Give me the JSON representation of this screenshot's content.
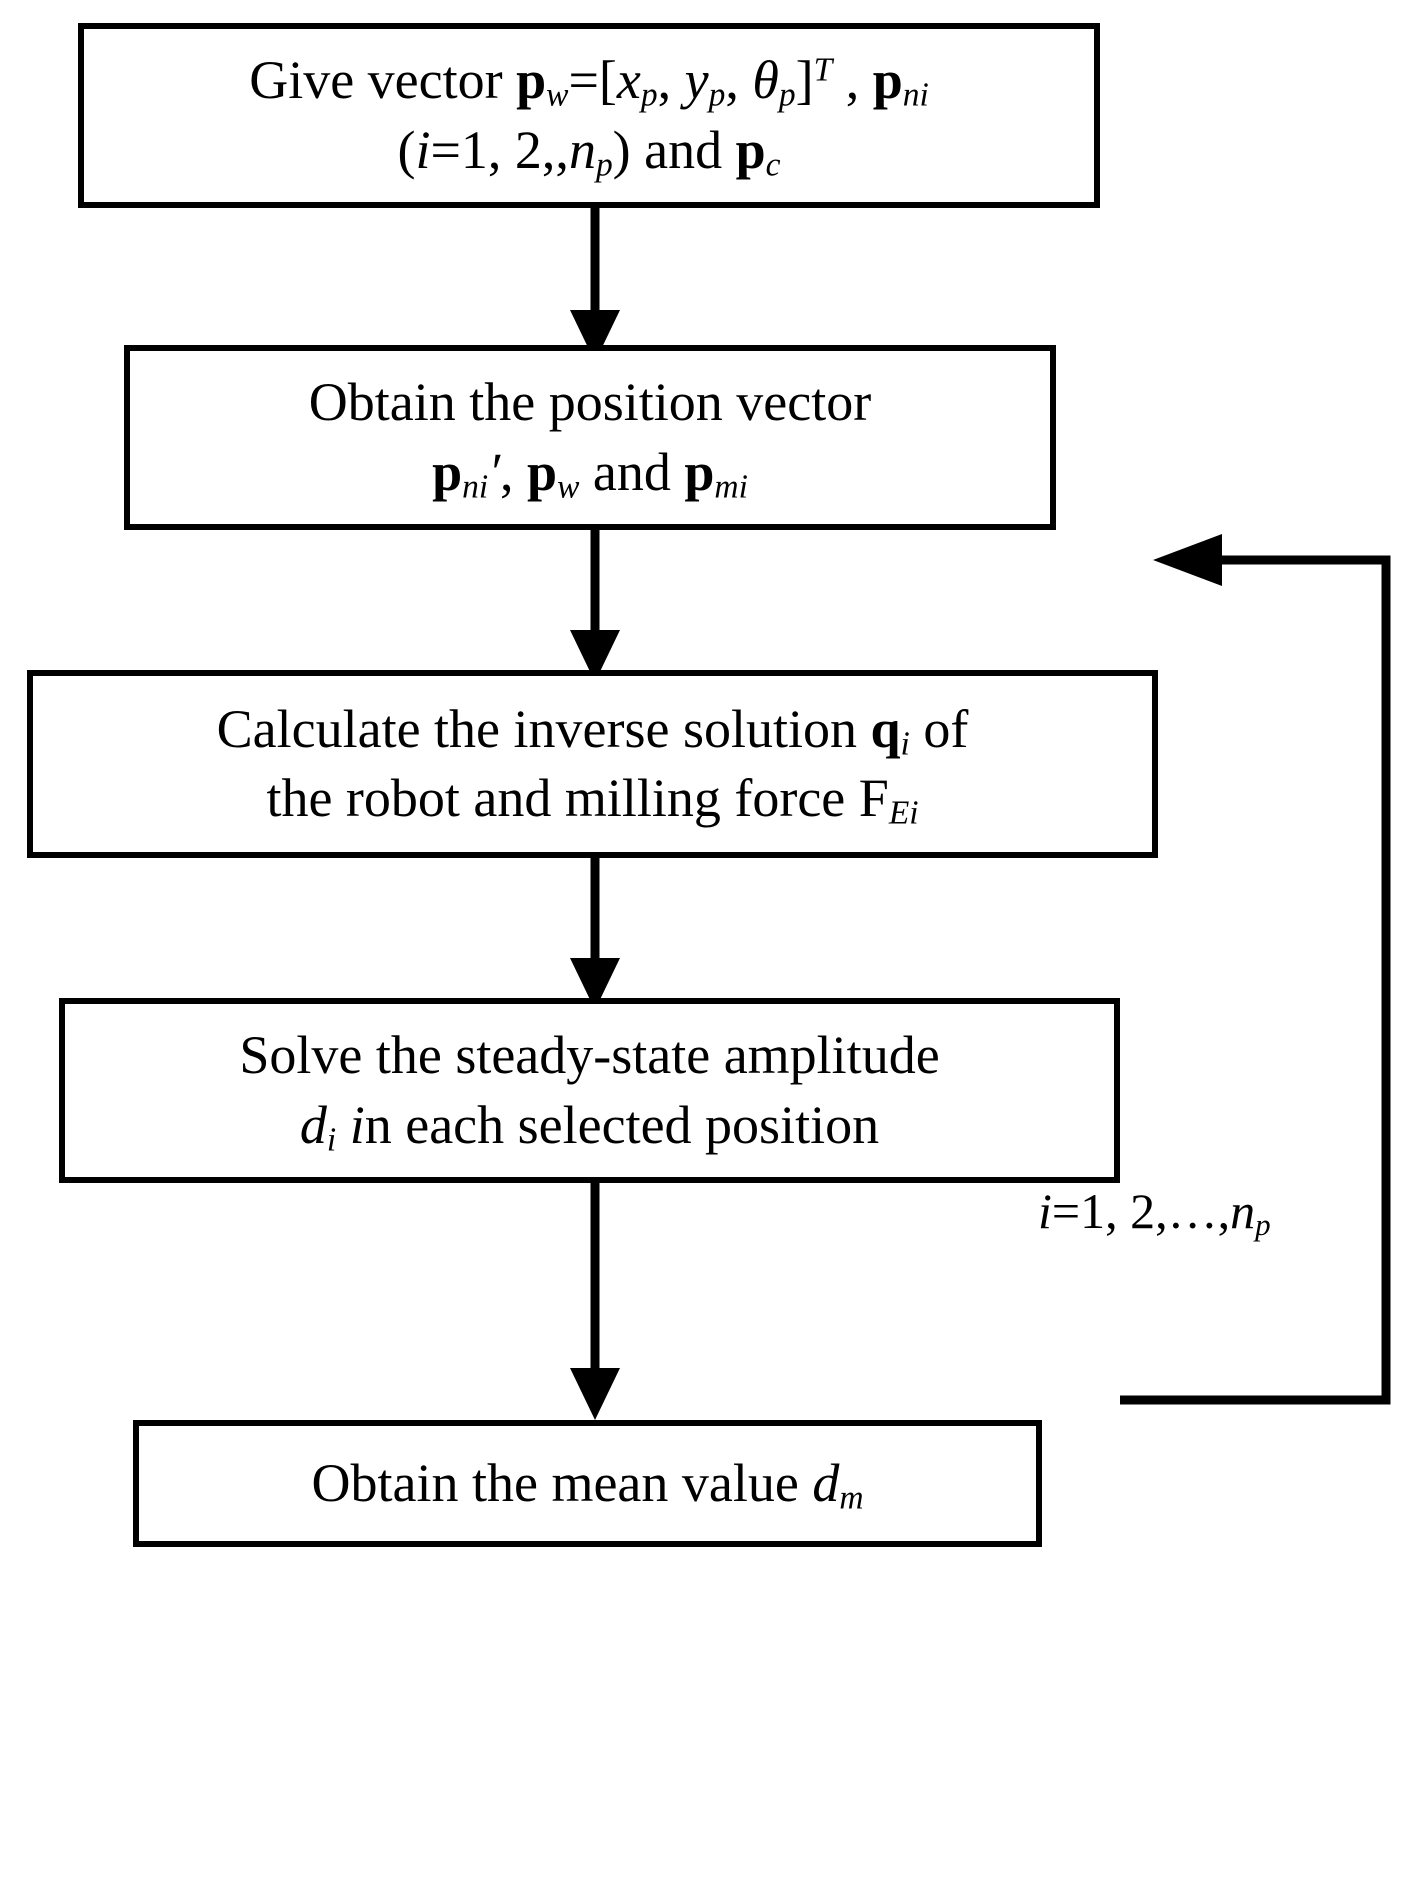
{
  "diagram": {
    "type": "flowchart",
    "title": "Flowchart for computing the mean steady-state amplitude",
    "background_color": "#ffffff",
    "line_color": "#000000",
    "nodes": [
      {
        "id": "node-give-vector",
        "name": "give-vector-box",
        "shape": "rectangle",
        "lines": [
          "Give vector pw=[xp, yp, θp]T , pni",
          "(i=1, 2,,np) and pc"
        ],
        "plain_text": "Give vector pw=[xp, yp, θp]T , pni (i=1, 2,,np) and pc"
      },
      {
        "id": "node-obtain-position",
        "name": "obtain-position-vector-box",
        "shape": "rectangle",
        "lines": [
          "Obtain the position vector",
          "pni′, pw and pmi"
        ],
        "plain_text": "Obtain the position vector pni', pw and pmi"
      },
      {
        "id": "node-calculate-inverse",
        "name": "calculate-inverse-solution-box",
        "shape": "rectangle",
        "lines": [
          "Calculate the inverse solution qi of",
          "the robot and milling force FEi"
        ],
        "plain_text": "Calculate the inverse solution qi of the robot and milling force FEi"
      },
      {
        "id": "node-solve-amplitude",
        "name": "solve-steady-state-amplitude-box",
        "shape": "rectangle",
        "lines": [
          "Solve the steady-state amplitude",
          "di in each selected position"
        ],
        "plain_text": "Solve the steady-state amplitude di in each selected position"
      },
      {
        "id": "node-obtain-mean",
        "name": "obtain-mean-value-box",
        "shape": "rectangle",
        "lines": [
          "Obtain the mean value dm"
        ],
        "plain_text": "Obtain the mean value dm"
      }
    ],
    "edges": [
      {
        "from": "node-give-vector",
        "to": "node-obtain-position",
        "label": ""
      },
      {
        "from": "node-obtain-position",
        "to": "node-calculate-inverse",
        "label": ""
      },
      {
        "from": "node-calculate-inverse",
        "to": "node-solve-amplitude",
        "label": ""
      },
      {
        "from": "node-solve-amplitude",
        "to": "node-obtain-mean",
        "label": ""
      },
      {
        "from": "node-solve-amplitude",
        "to": "node-obtain-position",
        "label": "i=1, 2,…,np",
        "kind": "feedback-loop"
      }
    ],
    "loop_label": "i=1, 2,…,np"
  },
  "symbols": {
    "give_vector": {
      "prefix": "Give vector ",
      "p_w": "p",
      "p_w_sub": "w",
      "eq_open": "=[",
      "x_p": "x",
      "x_p_sub": "p",
      "y_p": "y",
      "y_p_sub": "p",
      "theta_p": "θ",
      "theta_p_sub": "p",
      "close_bracket": "]",
      "transpose": "T",
      "comma": " , ",
      "p_ni": "p",
      "p_ni_sub": "ni",
      "range_open": "(",
      "i_var": "i",
      "range_mid": "=1, 2,,",
      "n_p": "n",
      "n_p_sub": "p",
      "range_close": ") and ",
      "p_c": "p",
      "p_c_sub": "c"
    },
    "obtain_position": {
      "line1": "Obtain the position vector",
      "p_ni": "p",
      "p_ni_sub": "ni",
      "prime": "′",
      "sep1": ", ",
      "p_w": "p",
      "p_w_sub": "w",
      "sep2": " and ",
      "p_mi": "p",
      "p_mi_sub": "mi"
    },
    "calculate_inverse": {
      "line1_pre": "Calculate the inverse solution ",
      "q": "q",
      "q_sub": "i",
      "line1_post": " of",
      "line2_pre": "the robot and milling force ",
      "F": "F",
      "F_sub": "Ei"
    },
    "solve_amplitude": {
      "line1": "Solve the steady-state amplitude",
      "d": "d",
      "d_sub": "i",
      "line2_post": " in each selected position"
    },
    "obtain_mean": {
      "pre": "Obtain the mean value ",
      "d": "d",
      "d_sub": "m"
    },
    "loop": {
      "i_var": "i",
      "mid": "=1, 2,…,",
      "n": "n",
      "n_sub": "p"
    }
  }
}
